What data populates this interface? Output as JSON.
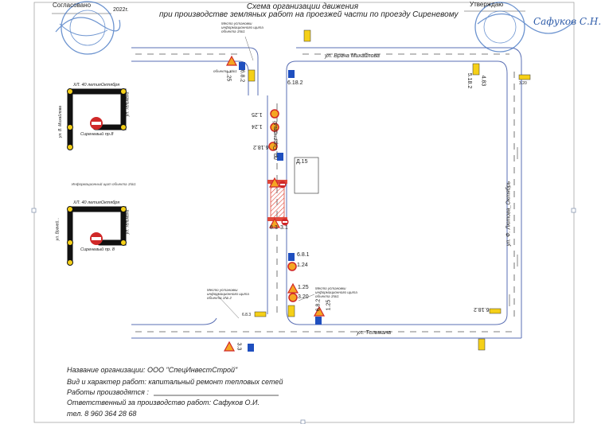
{
  "header": {
    "agreed_label": "Согласовано",
    "agreed_year": "2022г.",
    "approved_label": "Утверждаю",
    "title_line1": "Схема организации  движения",
    "title_line2": "при производстве земляных работ на проезжей части по проезду Сиреневому",
    "signature": "Сафуков С.Н."
  },
  "streets": {
    "top": "ул. Врача Михайлова",
    "bottom": "ул. Тельмана",
    "middle": "пр. Сиреневый",
    "right": "ул. Ф. Лютова_Октябрь"
  },
  "site": {
    "label": "Д.15"
  },
  "mini_map_1": {
    "top_street": "ХЛ. 40 летияОктября",
    "left_street": "ул. В. Михайлова",
    "right_street": "ул. Тельмана",
    "site": "Сиреневый пр.8"
  },
  "mini_map_2": {
    "caption": "Информационный щит объекта 1№1",
    "top_street": "ХЛ. 40 летияОктября",
    "left_street": "ул. Врачей...",
    "right_street": "ул. Тельмана",
    "site": "Сиреневый пр. 8"
  },
  "signs": {
    "s1": "1.25",
    "s2": "6.8.2",
    "s3": "8.3",
    "s4": "6.18.2",
    "s5": "5.18.2",
    "s6": "4.83",
    "s7": "3.20",
    "s8": "1.25",
    "s9": "1.24",
    "s10": "6.18.2",
    "s11": "3.1",
    "s12": "6.8.1",
    "s13": "1.24",
    "s14": "1.25",
    "s15": "3.20",
    "s16": "6.8.2",
    "s17": "1.25",
    "s18": "6.18.2",
    "s19": "6.8.3",
    "s20": "3.3"
  },
  "notes": {
    "info_board_top": "Место установки информационного щита объекта 1№1",
    "info_board_left": "Место установки информационного щита объекта 1№ 2",
    "info_board_right": "Место установки информационного щита объекта 1№1",
    "top_left_label": "объекта 1№1"
  },
  "info": {
    "line1": "Название  организации:  ООО  \"СпецИнвестСтрой\"",
    "line2": "Вид  и  характер  работ:  капитальный  ремонт  тепловых  сетей",
    "line3_label": "Работы  производятся  :",
    "line4": "Ответственный  за  производство  работ:  Сафуков  О.И.",
    "line5": "тел.  8  960  364  28  68"
  },
  "colors": {
    "road": "#5a6fb4",
    "yellow": "#f5d018",
    "stamp": "#3b70c0",
    "hatch": "#e0483a",
    "sign_blue": "#1f4fbf"
  }
}
